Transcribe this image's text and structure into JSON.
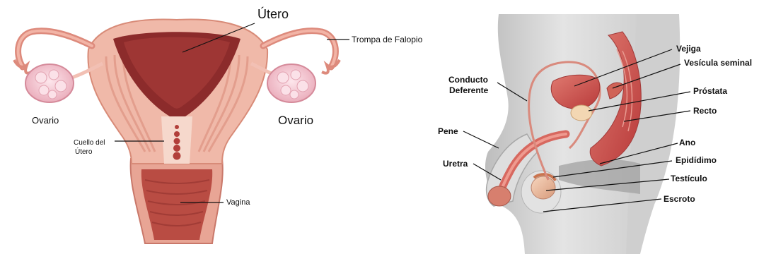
{
  "female": {
    "labels": {
      "utero": "Útero",
      "trompa": "Trompa de Falopio",
      "ovario_izq": "Ovario",
      "ovario_der": "Ovario",
      "cuello_l1": "Cuello del",
      "cuello_l2": "Útero",
      "vagina": "Vagina"
    }
  },
  "male": {
    "labels": {
      "vejiga": "Vejiga",
      "vesicula": "Vesícula seminal",
      "prostata": "Próstata",
      "recto": "Recto",
      "ano": "Ano",
      "epididimo": "Epidídimo",
      "testiculo": "Testículo",
      "escroto": "Escroto",
      "conducto_l1": "Conducto",
      "conducto_l2": "Deferente",
      "pene": "Pene",
      "uretra": "Uretra"
    }
  },
  "colors": {
    "tissue": "#f2c6bd",
    "tissue_dark": "#d98f83",
    "muscle": "#c8524c",
    "cavity": "#8a2a2a",
    "ovary": "#f6cfd8",
    "body_gray": "#d6d6d6",
    "body_gray_dark": "#9a9a9a",
    "organ_red": "#c94a47"
  }
}
